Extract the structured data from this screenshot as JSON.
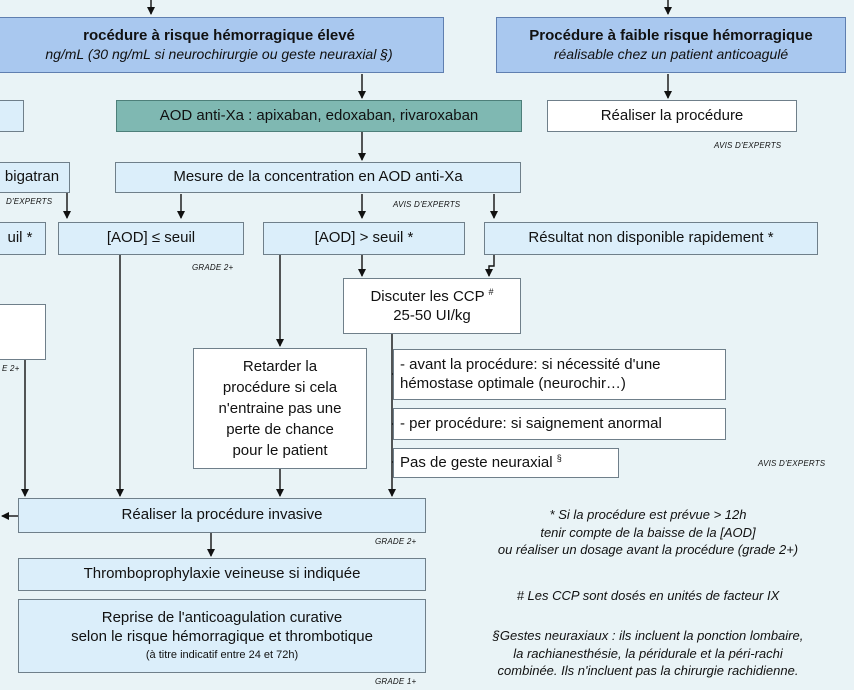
{
  "boxes": {
    "high_risk_title": "rocédure à risque hémorragique élevé",
    "high_risk_sub": "ng/mL (30 ng/mL si neurochirurgie ou geste neuraxial §)",
    "low_risk_title": "Procédure à faible risque hémorragique",
    "low_risk_sub": "réalisable chez un patient anticoagulé",
    "aod_antixa": "AOD anti-Xa : apixaban, edoxaban, rivaroxaban",
    "realiser_procedure": "Réaliser la procédure",
    "dabigatran": "bigatran",
    "mesure": "Mesure de la concentration en AOD anti-Xa",
    "seuil_left": "uil *",
    "aod_le_seuil": "[AOD] ≤ seuil",
    "aod_gt_seuil": "[AOD] > seuil *",
    "resultat_nd": "Résultat non disponible rapidement *",
    "ccp_line1": "Discuter les CCP",
    "ccp_sup": "#",
    "ccp_line2": "25-50 UI/kg",
    "retarder": [
      "Retarder la",
      "procédure si cela",
      "n'entraine pas une",
      "perte de chance",
      "pour le patient"
    ],
    "avant_line1": "- avant la procédure: si nécessité d'une",
    "avant_line2": "hémostase optimale (neurochir…)",
    "per": "- per procédure: si saignement anormal",
    "pas_geste": "Pas de geste neuraxial",
    "pas_geste_sup": "§",
    "invasive": "Réaliser la procédure invasive",
    "thrombo": "Thromboprophylaxie veineuse si indiquée",
    "reprise_line1": "Reprise de l'anticoagulation curative",
    "reprise_line2": "selon le risque hémorragique et thrombotique",
    "reprise_line3": "(à titre indicatif entre 24 et 72h)"
  },
  "tags": {
    "avis1": "AVIS D'EXPERTS",
    "avis_left": "D'EXPERTS",
    "avis2": "AVIS D'EXPERTS",
    "grade_a": "GRADE 2+",
    "grade_left": "E 2+",
    "avis3": "AVIS D'EXPERTS",
    "grade_b": "GRADE 2+",
    "grade_c": "GRADE 1+"
  },
  "notes": {
    "star": [
      "* Si la procédure est prévue > 12h",
      "tenir compte de la baisse de la [AOD]",
      "ou réaliser un dosage avant la procédure (grade 2+)"
    ],
    "hash": "# Les CCP sont dosés en unités de facteur IX",
    "section": [
      "§Gestes neuraxiaux : ils incluent la ponction lombaire,",
      "la rachianesthésie, la péridurale et la péri-rachi",
      "combinée. Ils n'incluent pas la chirurgie rachidienne."
    ]
  },
  "colors": {
    "header_blue": "#a9c8ef",
    "teal": "#7fb8b2",
    "light_blue": "#dbeefa",
    "background": "#e9f3f6"
  }
}
